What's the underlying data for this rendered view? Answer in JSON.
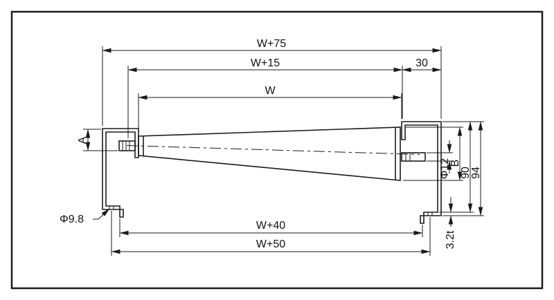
{
  "drawing": {
    "colors": {
      "ink": "#1a1a1a",
      "background": "#ffffff"
    },
    "labels": {
      "w75": "W+75",
      "w15": "W+15",
      "n30": "30",
      "w": "W",
      "a": "A",
      "phi12": "Φ12",
      "b": "B",
      "n90": "90",
      "n94": "94",
      "phi98": "Φ9.8",
      "w40": "W+40",
      "w50": "W+50",
      "t32": "3.2t"
    }
  }
}
